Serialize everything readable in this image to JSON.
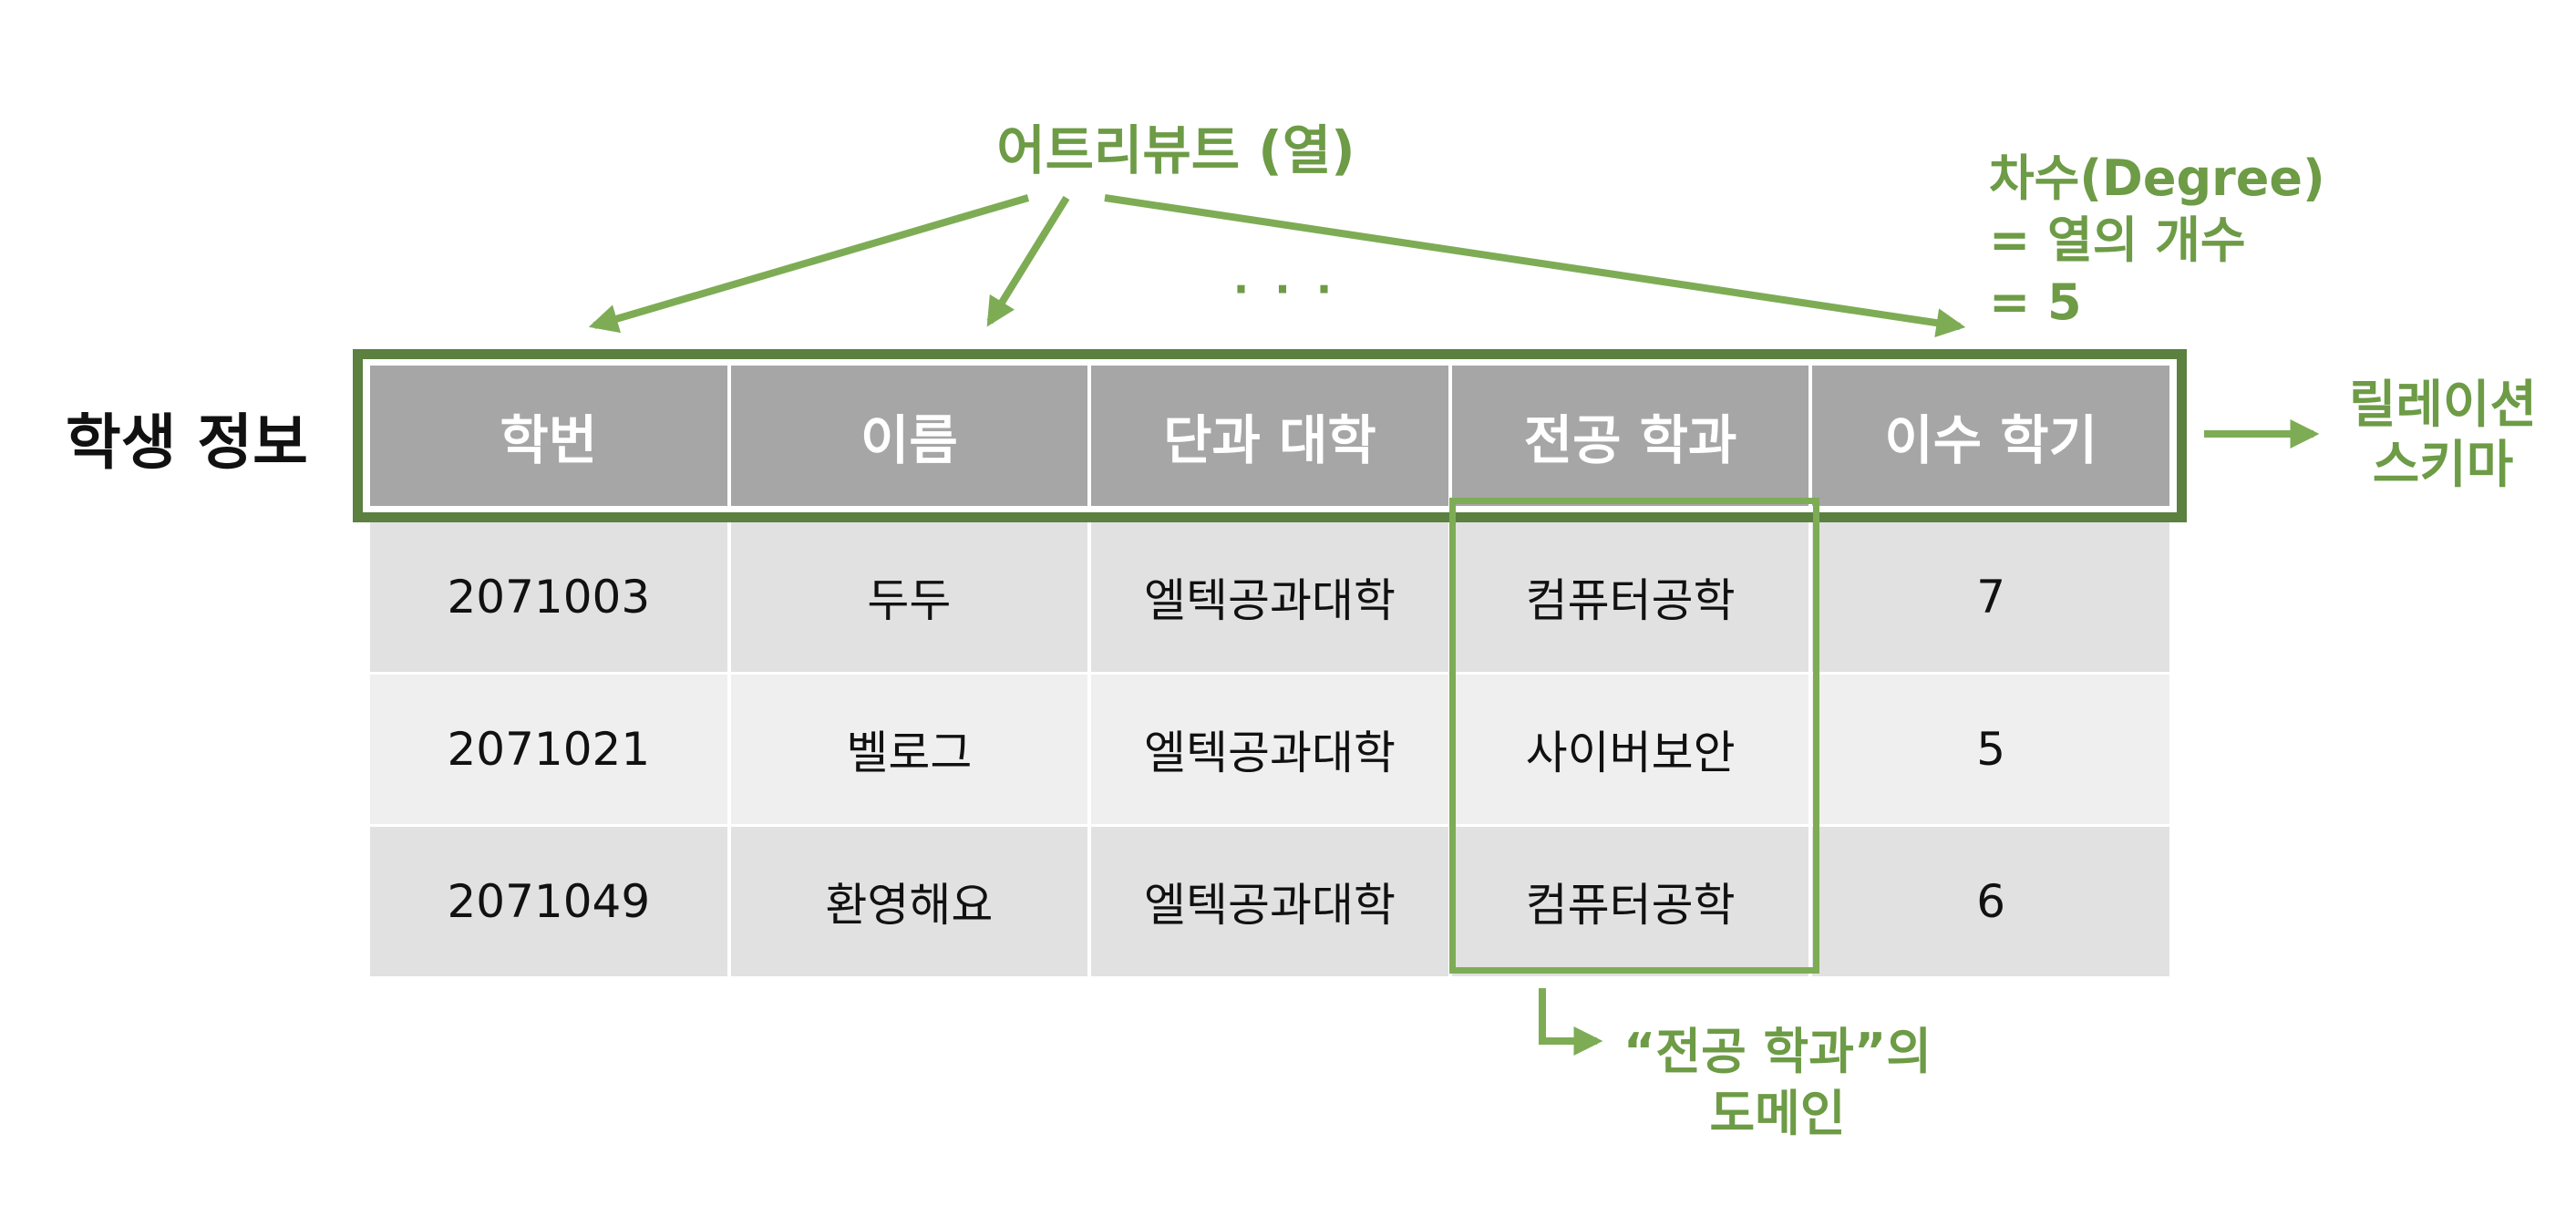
{
  "attribute_label": "어트리뷰트 (열)",
  "ellipsis": "· · ·",
  "degree": {
    "line1": "차수(Degree)",
    "line2": "= 열의 개수",
    "line3": "= 5"
  },
  "relation_name": "학생 정보",
  "relation_schema_label": {
    "line1": "릴레이션",
    "line2": "스키마"
  },
  "domain_label": {
    "line1": "“전공 학과”의",
    "line2": "도메인"
  },
  "table": {
    "headers": [
      "학번",
      "이름",
      "단과 대학",
      "전공 학과",
      "이수 학기"
    ],
    "rows": [
      [
        "2071003",
        "두두",
        "엘텍공과대학",
        "컴퓨터공학",
        "7"
      ],
      [
        "2071021",
        "벨로그",
        "엘텍공과대학",
        "사이버보안",
        "5"
      ],
      [
        "2071049",
        "환영해요",
        "엘텍공과대학",
        "컴퓨터공학",
        "6"
      ]
    ]
  },
  "colors": {
    "accent_green": "#6d9b46",
    "frame_green": "#5b8040",
    "header_gray": "#a6a6a6"
  }
}
